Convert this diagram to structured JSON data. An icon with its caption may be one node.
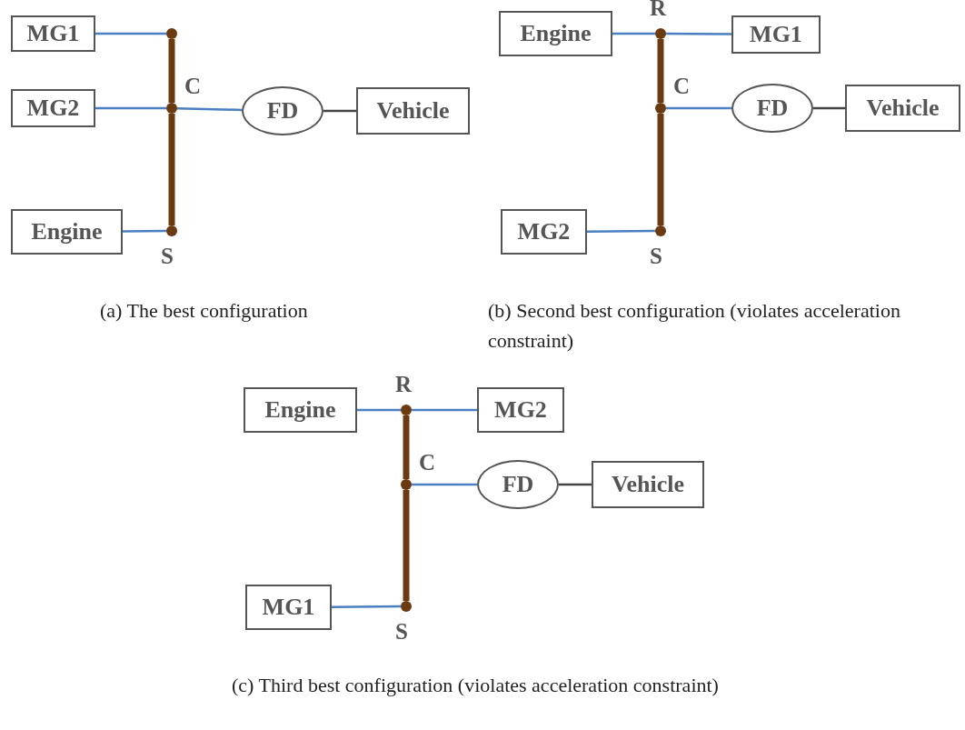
{
  "diagram": {
    "nodes": [
      {
        "text": [
          "MG1"
        ]
      },
      {
        "text": [],
        "shape": "circle"
      },
      {
        "text": [
          "MG2"
        ]
      },
      {
        "text": [],
        "shape": "circle",
        "beside": [
          "C"
        ]
      },
      {
        "text": [
          "FD"
        ]
      },
      {
        "text": [
          "Vehicle"
        ]
      },
      {
        "text": [
          "Engine"
        ]
      },
      {
        "text": [],
        "shape": "circle",
        "beside": [
          "S"
        ]
      },
      {
        "text": [
          "Engine"
        ]
      },
      {
        "text": [],
        "shape": "circle",
        "beside": [
          "R"
        ]
      },
      {
        "text": [
          "MG1"
        ]
      },
      {
        "text": [],
        "shape": "circle",
        "beside": [
          "C"
        ]
      },
      {
        "text": [
          "FD"
        ]
      },
      {
        "text": [
          "Vehicle"
        ]
      },
      {
        "text": [
          "MG2"
        ]
      },
      {
        "text": [],
        "shape": "circle",
        "beside": [
          "S"
        ]
      },
      {
        "text": [
          "Engine"
        ]
      },
      {
        "text": [],
        "shape": "circle",
        "beside": [
          "R"
        ]
      },
      {
        "text": [
          "MG2"
        ]
      },
      {
        "text": [],
        "shape": "circle",
        "beside": [
          "C"
        ]
      },
      {
        "text": [
          "FD"
        ]
      },
      {
        "text": [
          "Vehicle"
        ]
      },
      {
        "text": [
          "MG1"
        ]
      },
      {
        "text": [],
        "shape": "circle",
        "beside": [
          "S"
        ]
      }
    ],
    "edges": [
      {
        "from": 0,
        "to": 1,
        "arrow": "none"
      },
      {
        "from": 2,
        "to": 3,
        "arrow": "none"
      },
      {
        "from": 3,
        "to": 4,
        "arrow": "none"
      },
      {
        "from": 4,
        "to": 5,
        "arrow": "none",
        "color": "#444444"
      },
      {
        "from": 6,
        "to": 7,
        "arrow": "none"
      },
      {
        "from": 1,
        "to": 3,
        "arrow": "none",
        "style": "thick",
        "color": "#6b3a10"
      },
      {
        "from": 3,
        "to": 7,
        "arrow": "none",
        "style": "thick",
        "color": "#6b3a10"
      },
      {
        "from": 8,
        "to": 9,
        "arrow": "none"
      },
      {
        "from": 9,
        "to": 10,
        "arrow": "none"
      },
      {
        "from": 11,
        "to": 12,
        "arrow": "none"
      },
      {
        "from": 12,
        "to": 13,
        "arrow": "none",
        "color": "#444444"
      },
      {
        "from": 14,
        "to": 15,
        "arrow": "none"
      },
      {
        "from": 9,
        "to": 11,
        "arrow": "none",
        "style": "thick",
        "color": "#6b3a10"
      },
      {
        "from": 11,
        "to": 15,
        "arrow": "none",
        "style": "thick",
        "color": "#6b3a10"
      },
      {
        "from": 16,
        "to": 17,
        "arrow": "none"
      },
      {
        "from": 17,
        "to": 18,
        "arrow": "none"
      },
      {
        "from": 19,
        "to": 20,
        "arrow": "none"
      },
      {
        "from": 20,
        "to": 21,
        "arrow": "none",
        "color": "#444444"
      },
      {
        "from": 22,
        "to": 23,
        "arrow": "none"
      },
      {
        "from": 17,
        "to": 19,
        "arrow": "none",
        "style": "thick",
        "color": "#6b3a10"
      },
      {
        "from": 19,
        "to": 23,
        "arrow": "none",
        "style": "thick",
        "color": "#6b3a10"
      }
    ],
    "labels": [
      "(a) The best configuration",
      "(b) Second best configuration (violates acceleration constraint)",
      "(c) Third best configuration (violates acceleration constraint)"
    ]
  }
}
